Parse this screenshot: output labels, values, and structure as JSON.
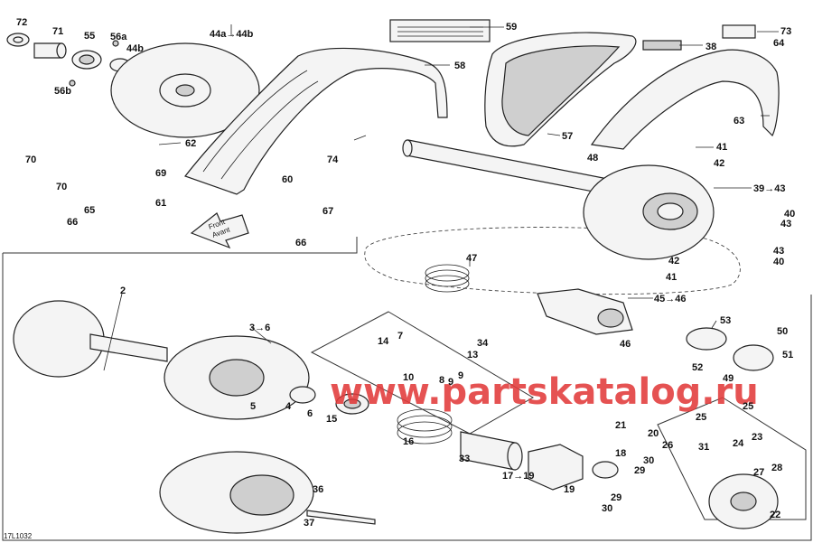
{
  "reference_code": "17L1032",
  "watermark": "www.partskatalog.ru",
  "front_arrow": {
    "line1": "Front",
    "line2": "Avant"
  },
  "labels": [
    {
      "id": "72",
      "text": "72"
    },
    {
      "id": "71",
      "text": "71"
    },
    {
      "id": "55",
      "text": "55"
    },
    {
      "id": "56a",
      "text": "56a"
    },
    {
      "id": "44b",
      "text": "44b"
    },
    {
      "id": "56b",
      "text": "56b"
    },
    {
      "id": "44a44b",
      "text": "44a→44b"
    },
    {
      "id": "59",
      "text": "59"
    },
    {
      "id": "73",
      "text": "73"
    },
    {
      "id": "38",
      "text": "38"
    },
    {
      "id": "64",
      "text": "64"
    },
    {
      "id": "58",
      "text": "58"
    },
    {
      "id": "63",
      "text": "63"
    },
    {
      "id": "57",
      "text": "57"
    },
    {
      "id": "62",
      "text": "62"
    },
    {
      "id": "74",
      "text": "74"
    },
    {
      "id": "48",
      "text": "48"
    },
    {
      "id": "41a",
      "text": "41"
    },
    {
      "id": "42a",
      "text": "42"
    },
    {
      "id": "70a",
      "text": "70"
    },
    {
      "id": "69",
      "text": "69"
    },
    {
      "id": "70b",
      "text": "70"
    },
    {
      "id": "61",
      "text": "61"
    },
    {
      "id": "60",
      "text": "60"
    },
    {
      "id": "3943",
      "text": "39→43"
    },
    {
      "id": "65",
      "text": "65"
    },
    {
      "id": "66a",
      "text": "66"
    },
    {
      "id": "67",
      "text": "67"
    },
    {
      "id": "40a",
      "text": "40"
    },
    {
      "id": "43a",
      "text": "43"
    },
    {
      "id": "66b",
      "text": "66"
    },
    {
      "id": "43b",
      "text": "43"
    },
    {
      "id": "40b",
      "text": "40"
    },
    {
      "id": "47",
      "text": "47"
    },
    {
      "id": "42b",
      "text": "42"
    },
    {
      "id": "41b",
      "text": "41"
    },
    {
      "id": "2",
      "text": "2"
    },
    {
      "id": "4546",
      "text": "45→46"
    },
    {
      "id": "36r",
      "text": "3→6"
    },
    {
      "id": "53",
      "text": "53"
    },
    {
      "id": "50",
      "text": "50"
    },
    {
      "id": "7",
      "text": "7"
    },
    {
      "id": "14",
      "text": "14"
    },
    {
      "id": "34",
      "text": "34"
    },
    {
      "id": "46",
      "text": "46"
    },
    {
      "id": "51",
      "text": "51"
    },
    {
      "id": "13",
      "text": "13"
    },
    {
      "id": "52",
      "text": "52"
    },
    {
      "id": "49",
      "text": "49"
    },
    {
      "id": "10",
      "text": "10"
    },
    {
      "id": "9a",
      "text": "9"
    },
    {
      "id": "8",
      "text": "8"
    },
    {
      "id": "9b",
      "text": "9"
    },
    {
      "id": "5",
      "text": "5"
    },
    {
      "id": "4",
      "text": "4"
    },
    {
      "id": "6",
      "text": "6"
    },
    {
      "id": "15",
      "text": "15"
    },
    {
      "id": "25a",
      "text": "25"
    },
    {
      "id": "25b",
      "text": "25"
    },
    {
      "id": "16",
      "text": "16"
    },
    {
      "id": "21",
      "text": "21"
    },
    {
      "id": "20",
      "text": "20"
    },
    {
      "id": "24",
      "text": "24"
    },
    {
      "id": "23",
      "text": "23"
    },
    {
      "id": "26",
      "text": "26"
    },
    {
      "id": "18",
      "text": "18"
    },
    {
      "id": "31",
      "text": "31"
    },
    {
      "id": "33",
      "text": "33"
    },
    {
      "id": "30a",
      "text": "30"
    },
    {
      "id": "1719",
      "text": "17→19"
    },
    {
      "id": "29a",
      "text": "29"
    },
    {
      "id": "27",
      "text": "27"
    },
    {
      "id": "28",
      "text": "28"
    },
    {
      "id": "19",
      "text": "19"
    },
    {
      "id": "36",
      "text": "36"
    },
    {
      "id": "29b",
      "text": "29"
    },
    {
      "id": "30b",
      "text": "30"
    },
    {
      "id": "22",
      "text": "22"
    },
    {
      "id": "37",
      "text": "37"
    }
  ]
}
